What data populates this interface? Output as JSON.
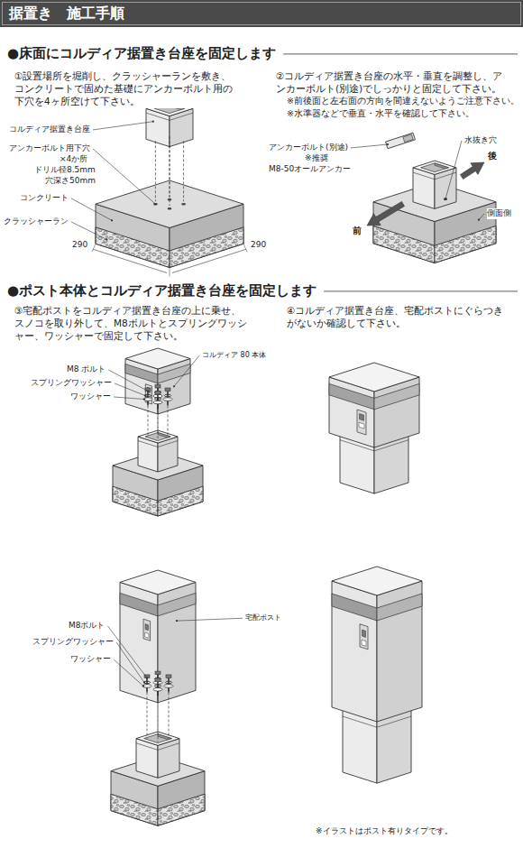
{
  "diagram": {
    "title": "据置き　施工手順",
    "labels": [
      "●床面にコルディア据置き台座を固定します",
      "①設置場所を堀削し、クラッシャーランを敷き、コンクリートで固めた基礎にアンカーボルト用の下穴を4ヶ所空けて下さい。",
      "②コルディア据置き台座の水平・垂直を調整し、アンカーボルト(別途)でしっかりと固定して下さい。",
      "※前後面と左右面の方向を間違えないようご注意下さい。",
      "※水準器などで垂直・水平を確認して下さい。",
      "コルディア据置き台座",
      "アンカーボルト用下穴",
      "×4か所",
      "ドリル径8.5mm",
      "穴深さ50mm",
      "コンクリート",
      "クラッシャーラン",
      "290",
      "290",
      "アンカーボルト(別途)",
      "※推奨",
      "M8-50オールアンカー",
      "水抜き穴",
      "後",
      "前",
      "側面側",
      "●ポスト本体とコルディア据置き台座を固定します",
      "③宅配ポストをコルディア据置き台座の上に乗せ、スノコを取り外して、M8ボルトとスプリングワッシャー、ワッシャーで固定して下さい。",
      "④コルディア据置き台座、宅配ポストにぐらつきがないか確認して下さい。",
      "M8 ボルト",
      "スプリングワッシャー",
      "ワッシャー",
      "コルディア 80 本体",
      "M8ボルト",
      "スプリングワッシャー",
      "ワッシャー",
      "宅配ポスト",
      "※イラストはポスト有りタイプです。"
    ]
  }
}
